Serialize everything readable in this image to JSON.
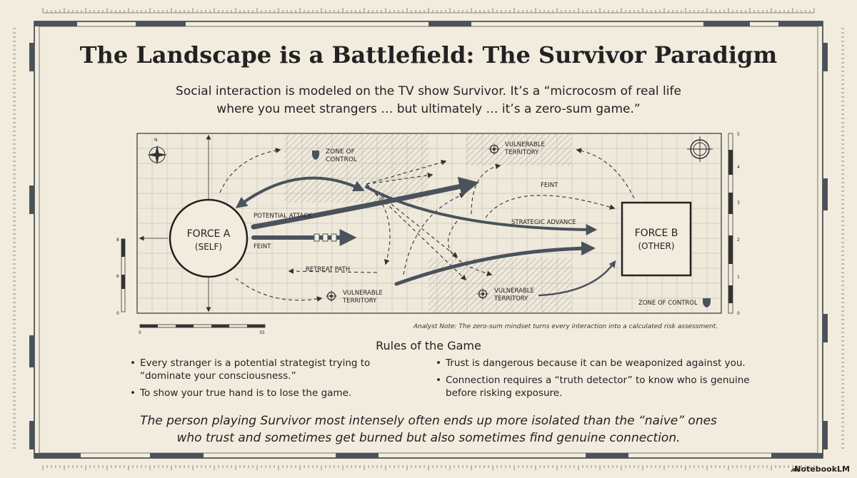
{
  "title": "The Landscape is a Battlefield: The Survivor Paradigm",
  "subtitle": [
    "Social interaction is modeled on the TV show Survivor. It’s a “microcosm of real life",
    "where you meet strangers … but ultimately … it’s a zero-sum game.”"
  ],
  "map": {
    "force_a": [
      "FORCE A",
      "(SELF)"
    ],
    "force_b": [
      "FORCE B",
      "(OTHER)"
    ],
    "zone_control_top": [
      "ZONE OF",
      "CONTROL"
    ],
    "vulnerable_top": [
      "VULNERABLE",
      "TERRITORY"
    ],
    "vulnerable_bottom_left": [
      "VULNERABLE",
      "TERRITORY"
    ],
    "vulnerable_bottom_mid": [
      "VULNERABLE",
      "TERRITORY"
    ],
    "zone_control_bottom_right": "ZONE OF CONTROL",
    "potential_attack": "POTENTIAL ATTACK",
    "feint_left": "FEINT",
    "feint_top": "FEINT",
    "strategic_advance": "STRATEGIC ADVANCE",
    "retreat_path": "RETREAT PATH",
    "compass_n": "N",
    "scale_left": [
      "0",
      "35"
    ],
    "side_scale": [
      "5",
      "4",
      "3",
      "2",
      "1",
      "0"
    ],
    "left_scale": [
      "8",
      "6",
      "0"
    ]
  },
  "analyst_note": "Analyst Note: The zero-sum mindset turns every interaction into a calculated risk assessment.",
  "rules": {
    "heading": "Rules of the Game",
    "left": [
      "Every stranger is a potential strategist trying to “dominate your consciousness.”",
      "To show your true hand is to lose the game."
    ],
    "right": [
      "Trust is dangerous because it can be weaponized against you.",
      "Connection requires a “truth detector” to know who is genuine before risking exposure."
    ]
  },
  "conclusion": [
    "The person playing Survivor most intensely often ends up more isolated than the “naive” ones",
    "who trust and sometimes get burned but also sometimes find genuine connection."
  ],
  "brand": "NotebookLM",
  "colors": {
    "background": "#f2ecdf",
    "ink": "#222222",
    "steel": "#4a525c",
    "grid": "#c9c3b5"
  }
}
